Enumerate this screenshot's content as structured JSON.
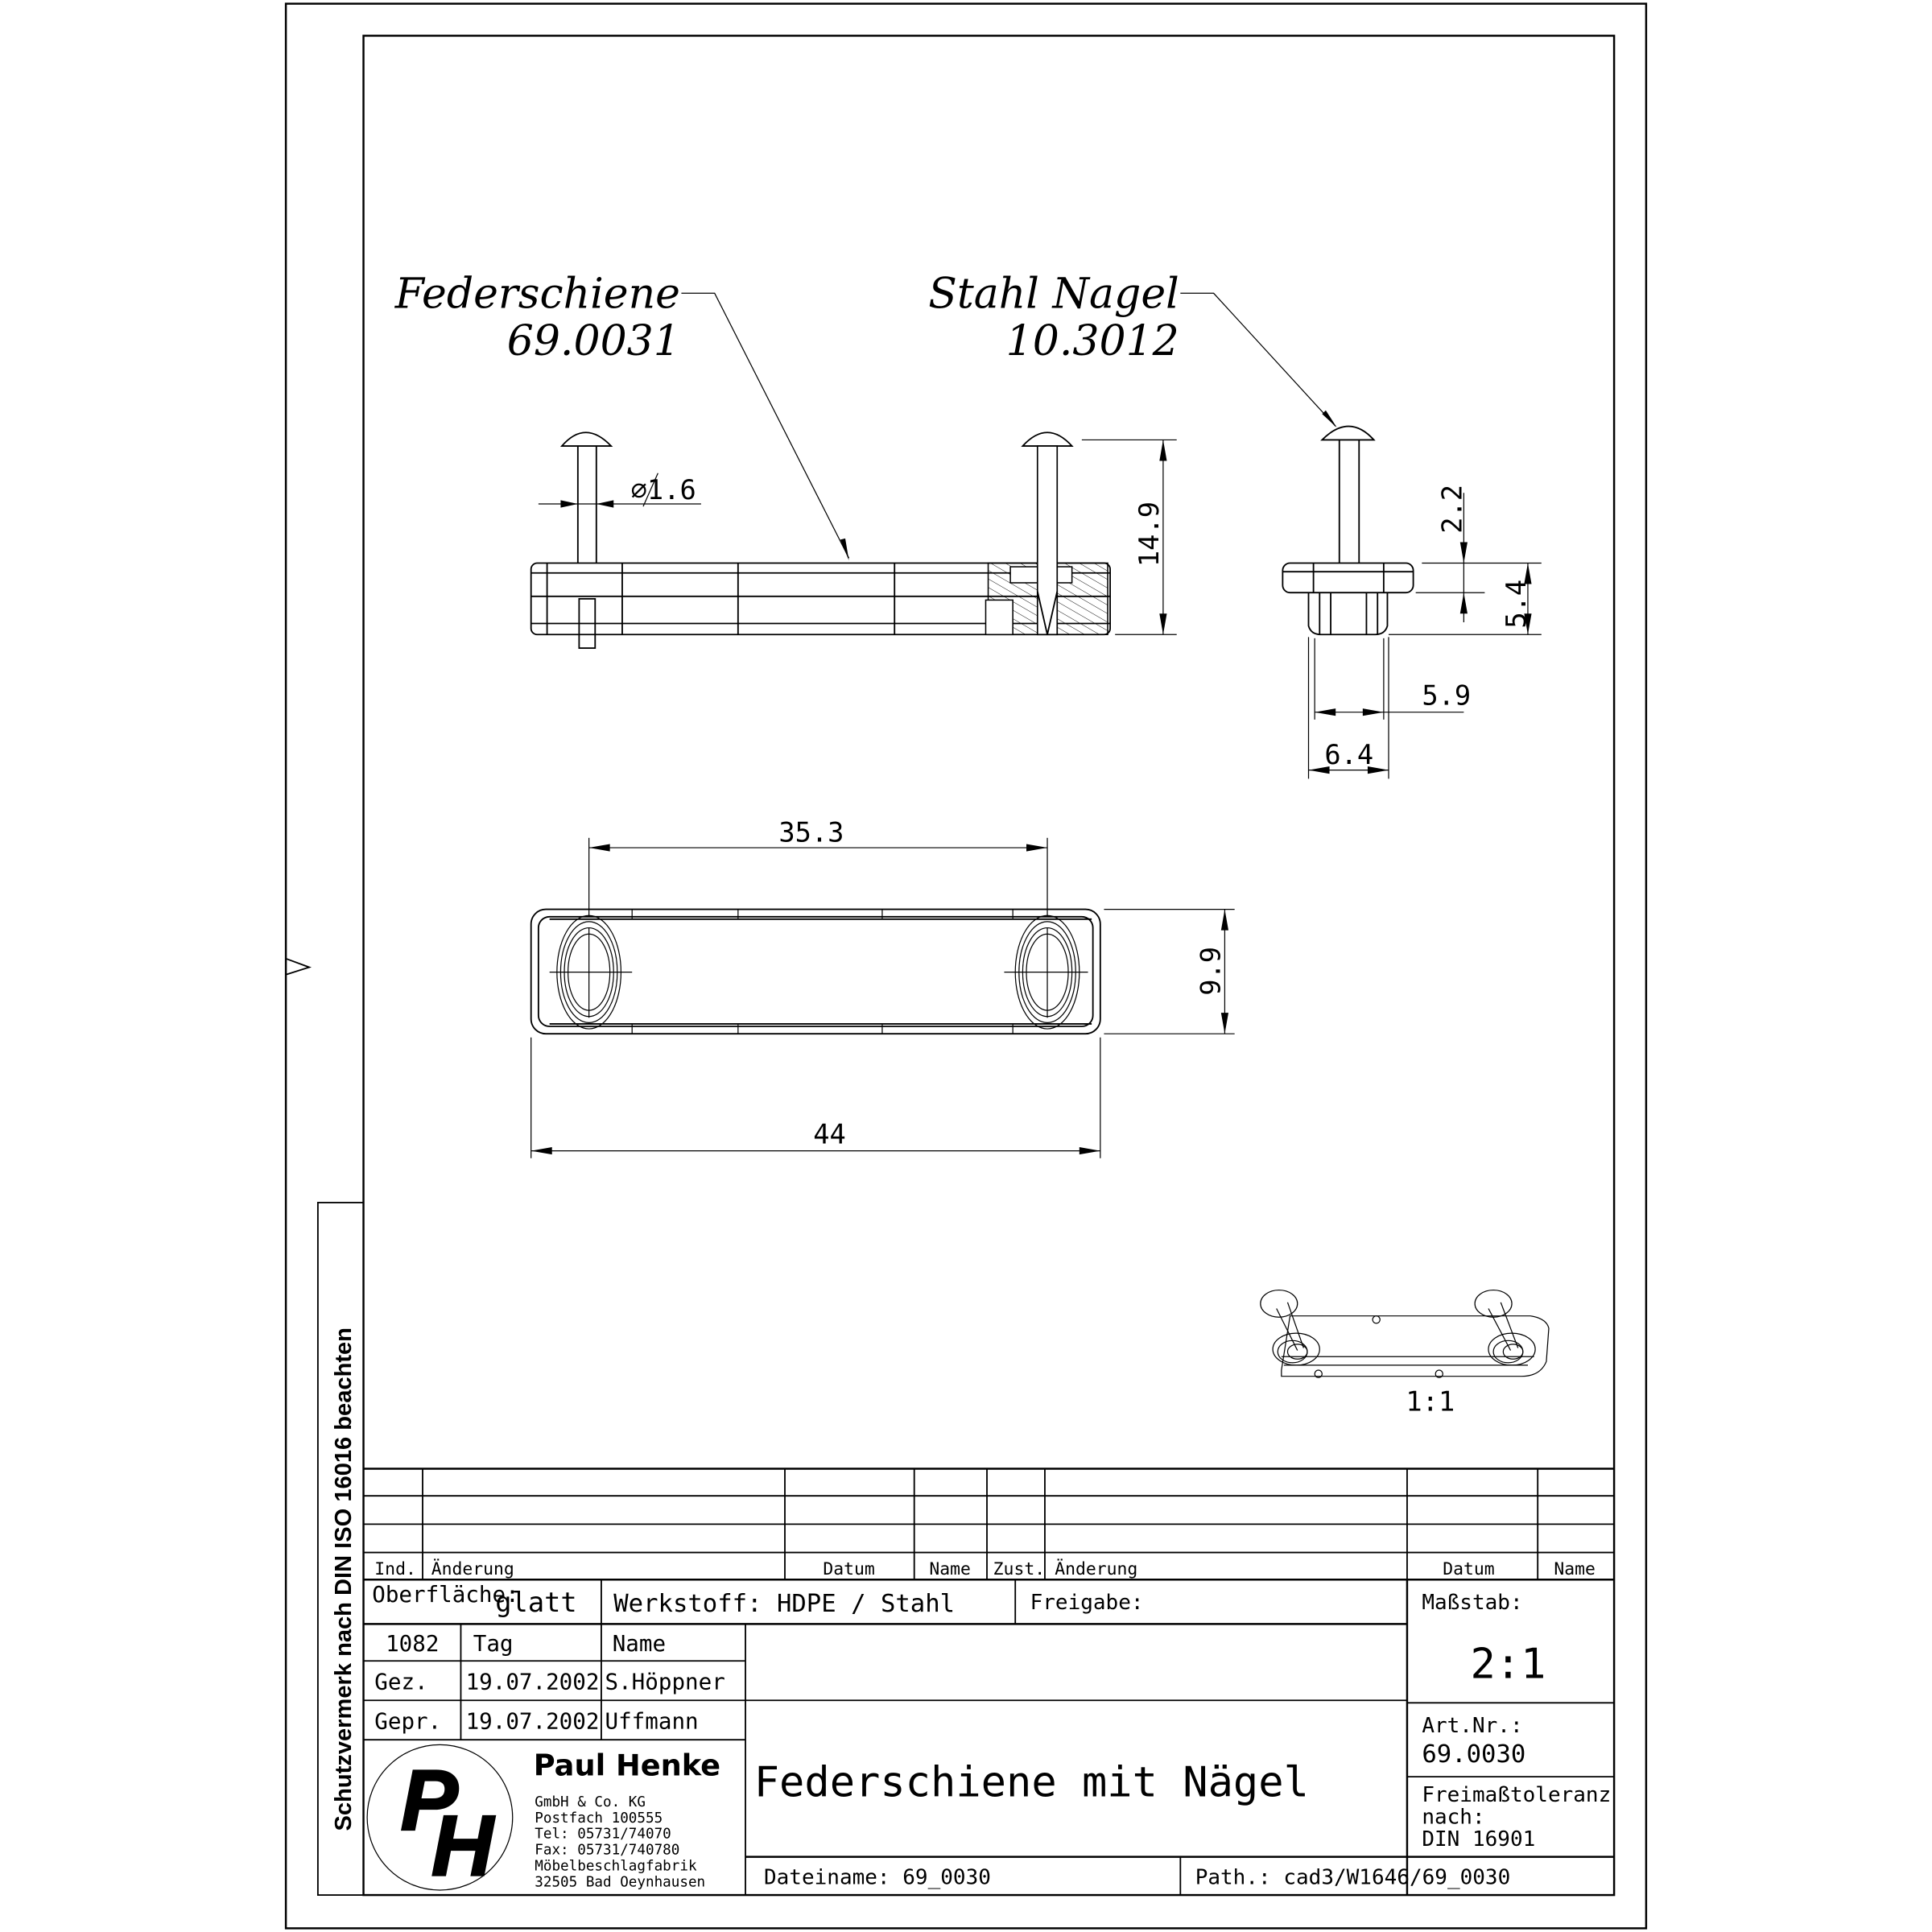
{
  "drawing": {
    "labels": {
      "federschiene_name": "Federschiene",
      "federschiene_number": "69.0031",
      "nagel_name": "Stahl Nagel",
      "nagel_number": "10.3012"
    },
    "dimensions": {
      "nail_diameter": "∅1.6",
      "total_height": "14.9",
      "head_height": "2.2",
      "rail_height": "5.4",
      "inner_width": "5.9",
      "outer_width": "6.4",
      "hole_spacing": "35.3",
      "rail_width": "9.9",
      "rail_length": "44"
    },
    "iso_view_scale": "1:1"
  },
  "side_note": "Schutzvermerk nach DIN ISO 16016 beachten",
  "revision_table": {
    "headers_left": {
      "ind": "Ind.",
      "aenderung": "Änderung",
      "datum": "Datum",
      "name": "Name"
    },
    "headers_right": {
      "zust": "Zust.",
      "aenderung": "Änderung",
      "datum": "Datum",
      "name": "Name"
    }
  },
  "title_block": {
    "oberflaeche_label": "Oberfläche:",
    "oberflaeche_value": "glatt",
    "werkstoff": "Werkstoff: HDPE / Stahl",
    "freigabe": "Freigabe:",
    "massstab_label": "Maßstab:",
    "massstab_value": "2:1",
    "number": "1082",
    "tag_label": "Tag",
    "name_label": "Name",
    "gez_label": "Gez.",
    "gez_date": "19.07.2002",
    "gez_name": "S.Höppner",
    "gepr_label": "Gepr.",
    "gepr_date": "19.07.2002",
    "gepr_name": "Uffmann",
    "title": "Federschiene mit Nägel",
    "artnr_label": "Art.Nr.:",
    "artnr_value": "69.0030",
    "toleranz_line1": "Freimaßtoleranz",
    "toleranz_line2": "nach:",
    "toleranz_line3": "DIN 16901",
    "dateiname": "Dateiname:  69_0030",
    "path": "Path.: cad3/W1646/69_0030"
  },
  "company": {
    "logo_letters": "PH",
    "name": "Paul  Henke",
    "line1": "GmbH & Co. KG",
    "line2": "Postfach 100555",
    "line3": "Tel: 05731/74070",
    "line4": "Fax: 05731/740780",
    "line5": "Möbelbeschlagfabrik",
    "line6": "32505 Bad Oeynhausen"
  }
}
